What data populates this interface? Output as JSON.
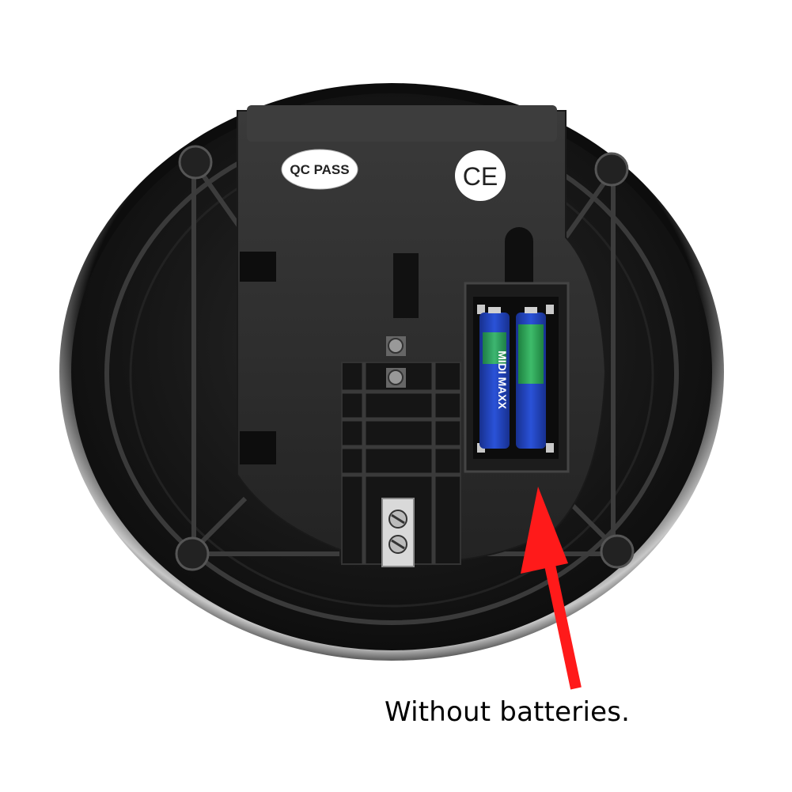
{
  "caption": "Without batteries.",
  "labels": {
    "qc_pass": "QC PASS",
    "ce_mark": "CE",
    "battery_brand": "MIDI MAXX"
  },
  "colors": {
    "arrow": "#ff1a1a",
    "device_body": "#1a1a1a",
    "panel": "#2b2b2b",
    "battery_blue": "#1f3fb0",
    "battery_green": "#2fae4a",
    "sticker": "#ffffff"
  },
  "icons": {
    "arrow": "arrow-up-icon",
    "screw": "screw-icon"
  }
}
